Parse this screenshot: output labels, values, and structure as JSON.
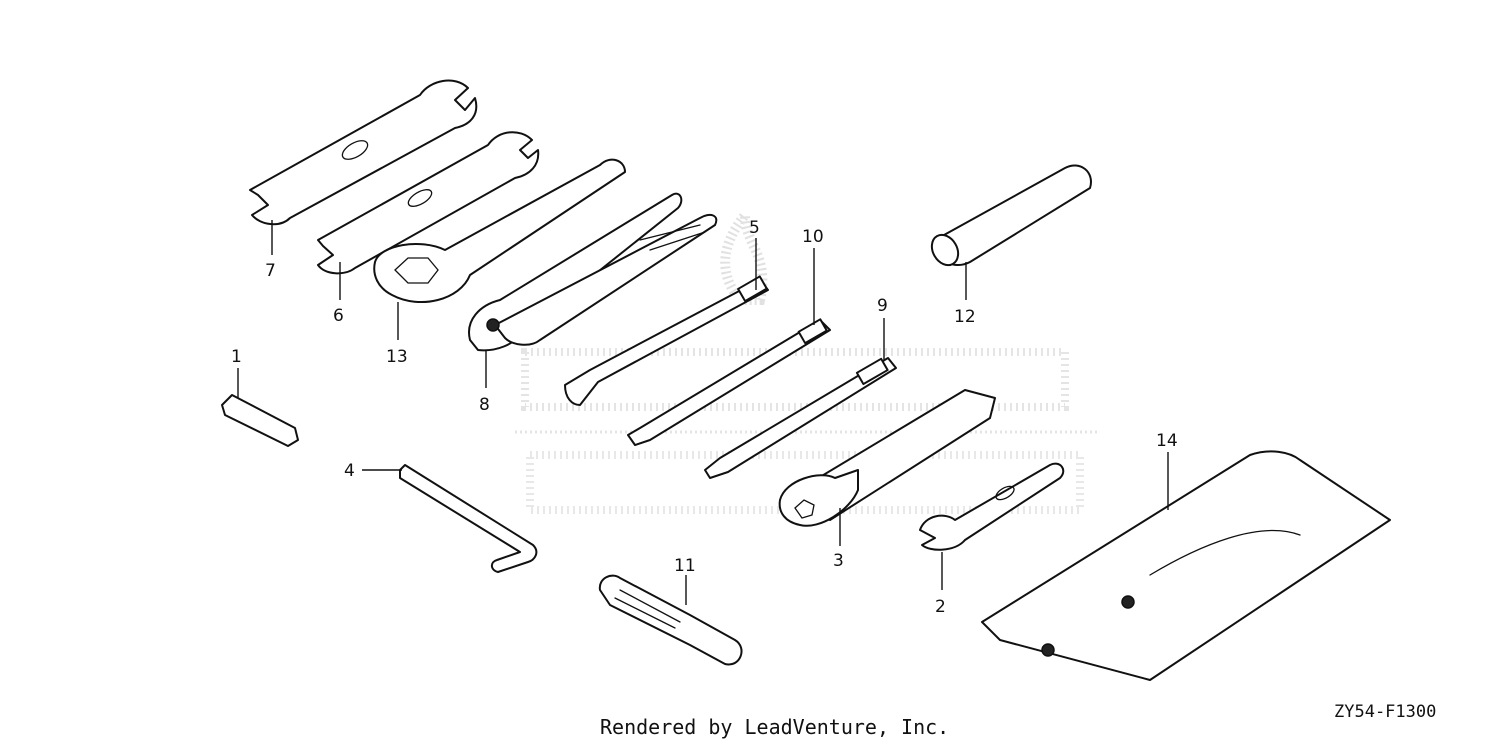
{
  "credit": "Rendered by LeadVenture, Inc.",
  "diagram_code": "ZY54-F1300",
  "watermark_icon": "honda-flame-logo-watermark",
  "callouts": [
    {
      "id": "1",
      "text": "1"
    },
    {
      "id": "2",
      "text": "2"
    },
    {
      "id": "3",
      "text": "3"
    },
    {
      "id": "4",
      "text": "4"
    },
    {
      "id": "5",
      "text": "5"
    },
    {
      "id": "6",
      "text": "6"
    },
    {
      "id": "7",
      "text": "7"
    },
    {
      "id": "8",
      "text": "8"
    },
    {
      "id": "9",
      "text": "9"
    },
    {
      "id": "10",
      "text": "10"
    },
    {
      "id": "11",
      "text": "11"
    },
    {
      "id": "12",
      "text": "12"
    },
    {
      "id": "13",
      "text": "13"
    },
    {
      "id": "14",
      "text": "14"
    }
  ],
  "part_icons": {
    "1": "tool-clip-icon",
    "2": "small-open-wrench-icon",
    "3": "plug-socket-wrench-icon",
    "4": "hex-key-icon",
    "5": "flat-screwdriver-bit-icon",
    "6": "double-open-wrench-icon",
    "7": "double-open-wrench-icon",
    "8": "pliers-icon",
    "9": "phillips-screwdriver-bit-icon",
    "10": "flat-screwdriver-bit-icon",
    "11": "screwdriver-handle-icon",
    "12": "box-socket-wrench-icon",
    "13": "ring-wrench-icon",
    "14": "tool-bag-icon"
  }
}
